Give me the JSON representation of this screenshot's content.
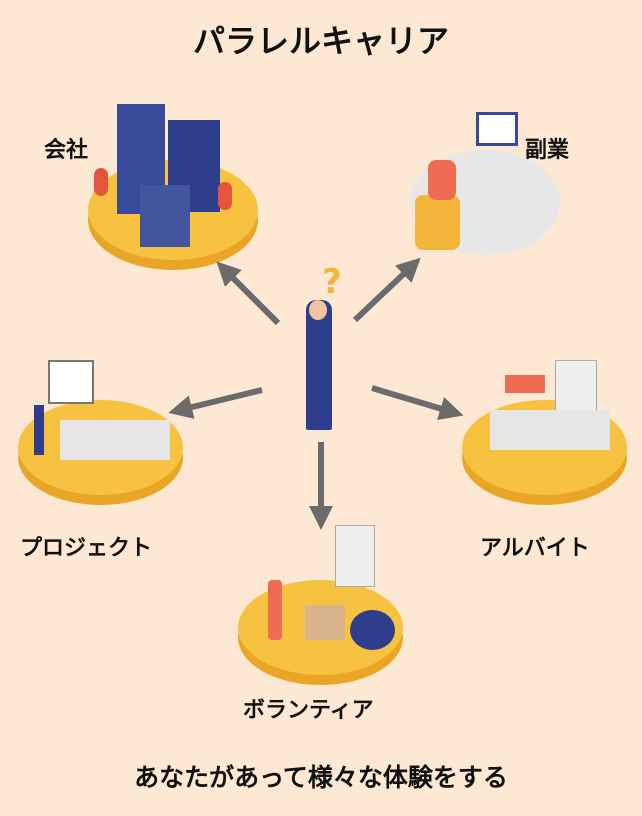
{
  "title": "パラレルキャリア",
  "footer": "あなたがあって様々な体験をする",
  "nodes": {
    "company": "会社",
    "side_job": "副業",
    "project": "プロジェクト",
    "part_time": "アルバイト",
    "volunteer": "ボランティア"
  },
  "center_mark": "?",
  "colors": {
    "background": "#fde9d3",
    "platform": "#f6c240",
    "arrow": "#6b6b6b"
  }
}
